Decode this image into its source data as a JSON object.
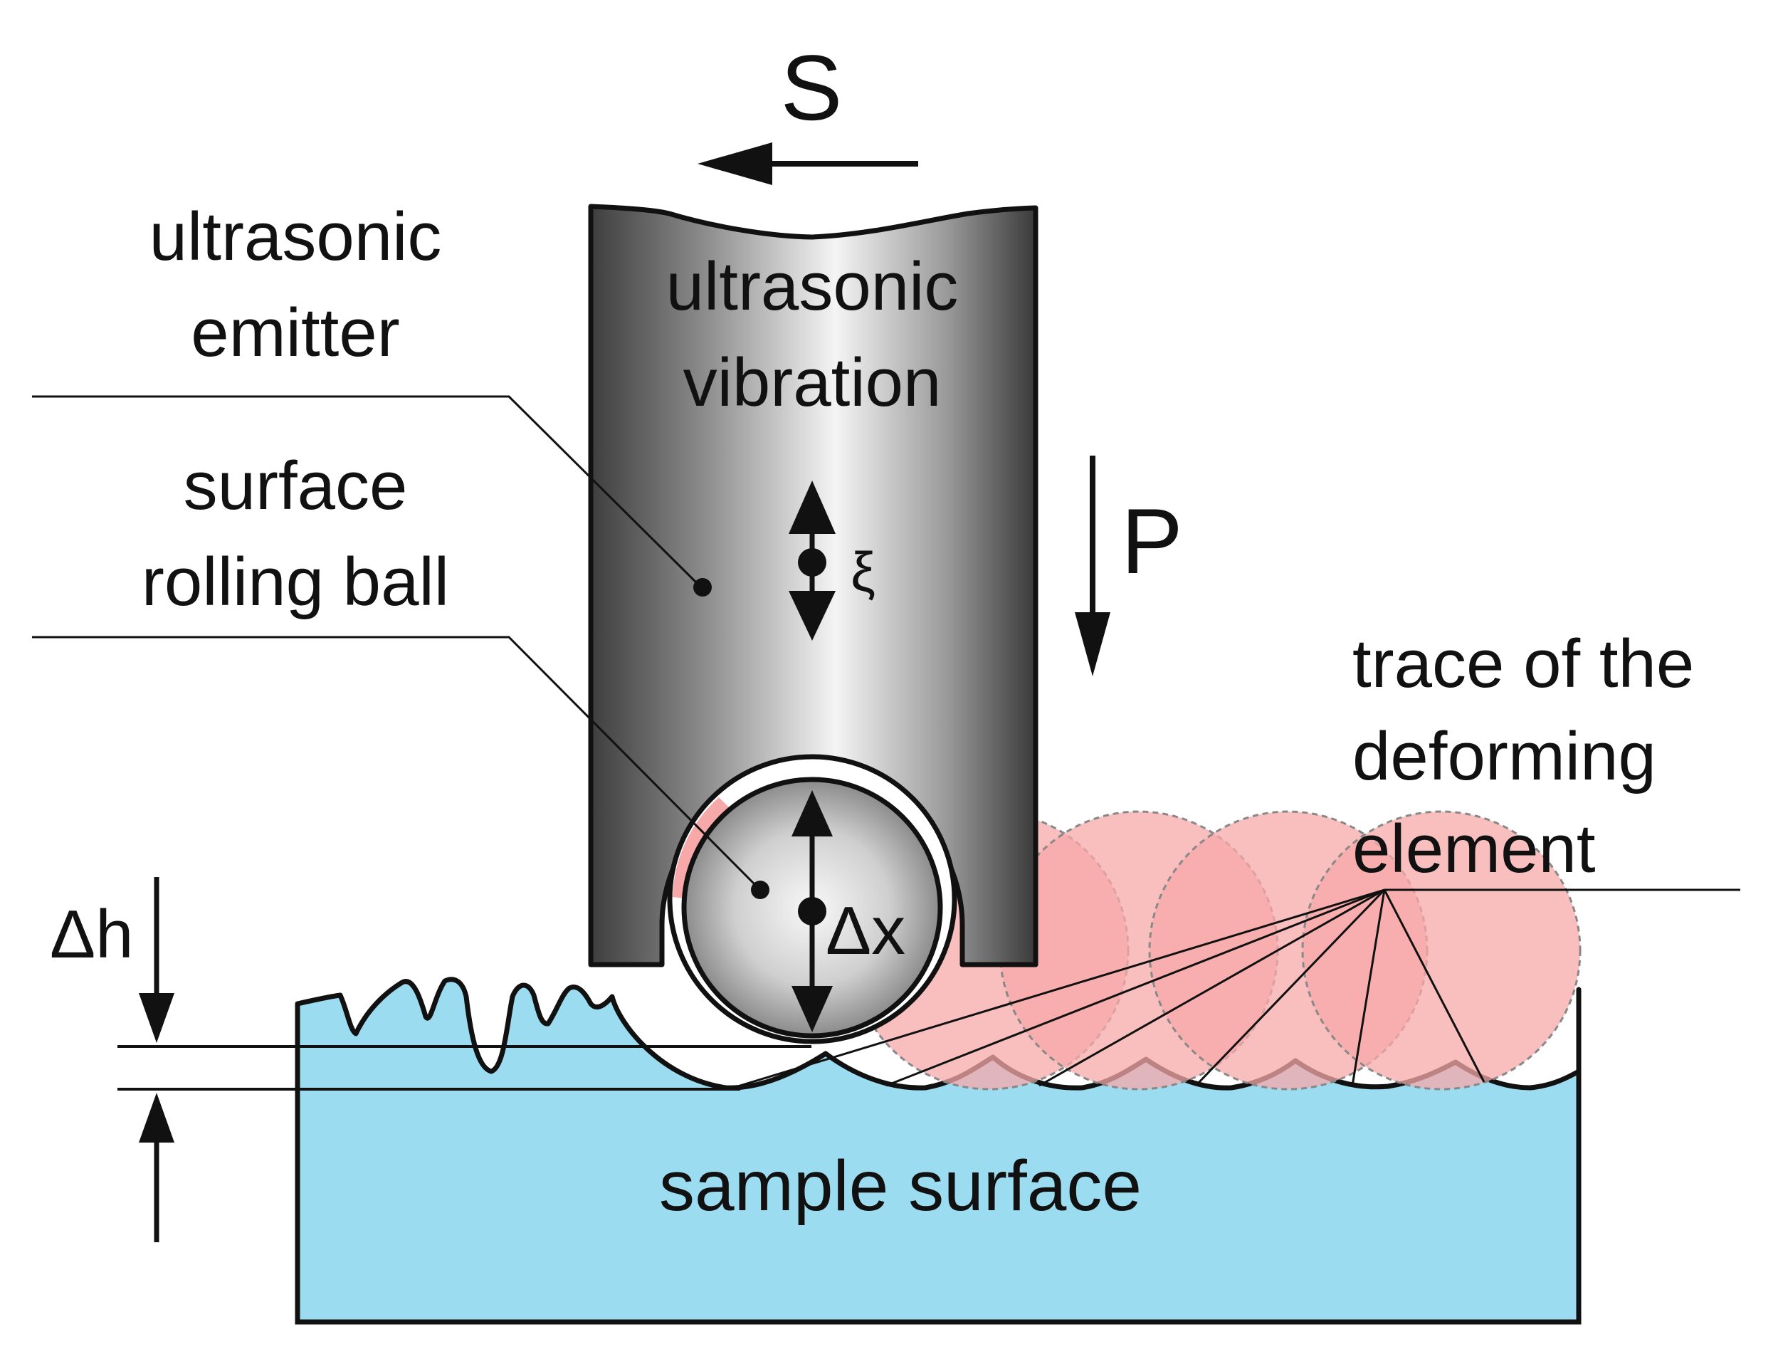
{
  "labels": {
    "feed_direction": "S",
    "static_load": "P",
    "ultrasonic_emitter": [
      "ultrasonic",
      "emitter"
    ],
    "ultrasonic_vibration": [
      "ultrasonic",
      "vibration"
    ],
    "vibration_amplitude": "ξ",
    "surface_rolling_ball": [
      "surface",
      "rolling ball"
    ],
    "ball_displacement": "Δx",
    "height_difference": "Δh",
    "trace_of_deforming_element": [
      "trace of the",
      "deforming",
      "element"
    ],
    "sample_surface": "sample surface"
  },
  "colors": {
    "sample_fill": "#9bdcf1",
    "trace_fill": "#f7a8a8",
    "trace_overlap": "#f59a9a",
    "emitter_dark": "#4a4a4a",
    "emitter_light": "#f2f2f2",
    "outline": "#111111",
    "trace_dash": "#888888"
  }
}
